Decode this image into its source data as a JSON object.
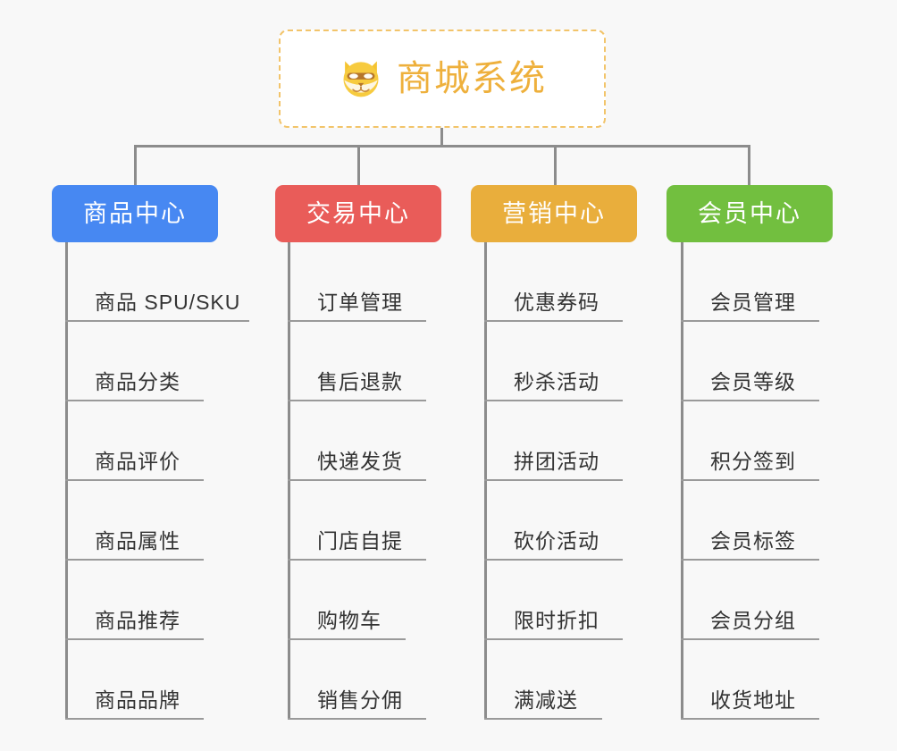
{
  "page": {
    "background_color": "#f8f8f8",
    "type": "mindmap-tree"
  },
  "root": {
    "title": "商城系统",
    "icon": "dog-face-emoji",
    "border_color": "#f2c46a",
    "text_color": "#eeb03c",
    "background_color": "#ffffff"
  },
  "connector": {
    "color": "#8c8c8c"
  },
  "branches": [
    {
      "label": "商品中心",
      "color": "#4788f2",
      "items": [
        "商品 SPU/SKU",
        "商品分类",
        "商品评价",
        "商品属性",
        "商品推荐",
        "商品品牌"
      ]
    },
    {
      "label": "交易中心",
      "color": "#e95c59",
      "items": [
        "订单管理",
        "售后退款",
        "快递发货",
        "门店自提",
        "购物车",
        "销售分佣"
      ]
    },
    {
      "label": "营销中心",
      "color": "#e9ae3c",
      "items": [
        "优惠券码",
        "秒杀活动",
        "拼团活动",
        "砍价活动",
        "限时折扣",
        "满减送"
      ]
    },
    {
      "label": "会员中心",
      "color": "#72bf3f",
      "items": [
        "会员管理",
        "会员等级",
        "积分签到",
        "会员标签",
        "会员分组",
        "收货地址"
      ]
    }
  ]
}
